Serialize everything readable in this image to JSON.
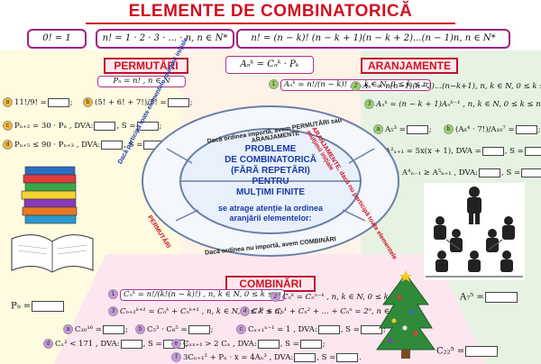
{
  "title": "ELEMENTE DE COMBINATORICĂ",
  "top_formulas": {
    "f1": "0! = 1",
    "f2": "n! = 1 · 2 · 3 · ... · n, n ∈ N*",
    "f3": "n! = (n − k)! (n − k + 1)(n − k + 2)...(n − 1)n, n ∈ N*"
  },
  "permutari": {
    "heading": "PERMUTĂRI",
    "formula": "Pₙ = n! ,  n ∈ N",
    "exercises": {
      "a": "11!/9! =",
      "b": "(5! + 6! + 7!)/5! =",
      "c": "Pₙ₊₂ = 30 · Pₙ , DVA:",
      "c_s": "S =",
      "d": "Pₙ₊₅ ≤ 90 · Pₙ₊₃ , DVA:",
      "d_s": "S ="
    },
    "p9": "P₉ ="
  },
  "center_formula": "Aₙᵏ = Cₙᵏ · Pₖ",
  "aranjamente": {
    "heading": "ARANJAMENTE",
    "f1": "Aₙᵏ = n!/(n − k)! , n, k ∈ N, 0 ≤ k ≤ n",
    "f2": "Aₙᵏ = n(n−1)(n−2)...(n−k+1), n, k ∈ N, 0 ≤ k ≤ n",
    "f3": "Aₙᵏ = (n − k + 1)Aₙᵏ⁻¹ , n, k ∈ N, 0 ≤ k ≤ n",
    "a": "A₅³ =",
    "b": "(A₆⁴ · 7!)/A₁₀⁷ =",
    "c": "A²ₓ₊₁ = 5x(x + 1), DVA =",
    "c_s": "S =",
    "d": "26 · A⁴ₙ₋₁ ≥ A⁵ₙ₊₁ , DVA:",
    "d_s": "S =",
    "a75": "A₇⁵ ="
  },
  "center": {
    "title_lines": [
      "PROBLEME",
      "DE COMBINATORICĂ",
      "(FĂRĂ REPETĂRI) PENTRU",
      "MULȚIMI FINITE"
    ],
    "subtitle_lines": [
      "se atrage atenție la ordinea",
      "aranjării elementelor:"
    ],
    "arc_left": "Dacă participă toate elementele mulțimii inițiale",
    "arc_top": "Dacă ordinea importă, avem PERMUTĂRI sau ARANJAMENTE",
    "arc_right": "ARANJAMENTE, dacă nu participă toate elementele mulțimii inițiale",
    "arc_bottom": "Dacă ordinea nu importă, avem COMBINĂRI",
    "label_permutari": "PERMUTĂRI"
  },
  "combinari": {
    "heading": "COMBINĂRI",
    "f1": "Cₙᵏ = n!/(k!(n − k)!) , n, k ∈ N, 0 ≤ k ≤ n",
    "f2": "Cₙᵏ = Cₙⁿ⁻ᵏ , n, k ∈ N, 0 ≤ k ≤ n;",
    "f3": "Cₙ₊₁ᵏ⁺¹ = Cₙᵏ + Cₙᵏ⁺¹ , n, k ∈ N, 0 ≤ k ≤ n;",
    "f4": "Cₙ⁰ + Cₙ¹ + Cₙ² + ... + Cₙⁿ = 2ⁿ, n ∈ N.",
    "a": "C₂₀¹⁶ =",
    "b": "C₅³ · C₈⁵ =",
    "c": "Cₓ₊₁ˣ⁻¹ = 1 , DVA:",
    "c_s": "S =",
    "d": "Cₓ² < 171 , DVA:",
    "d_s": "S =",
    "e": "Cₓₓ₊₁ > 2 Cₓ , DVA:",
    "e_s": "S =",
    "f": "3Cₙ₊₁² + Pₙ · x = 4Aₙ³ , DVA:",
    "f_s": "S =",
    "c22": "C₂₂⁵ ="
  },
  "colors": {
    "red": "#d0101f",
    "blue": "#1a3aa8",
    "purple": "#a02080"
  }
}
